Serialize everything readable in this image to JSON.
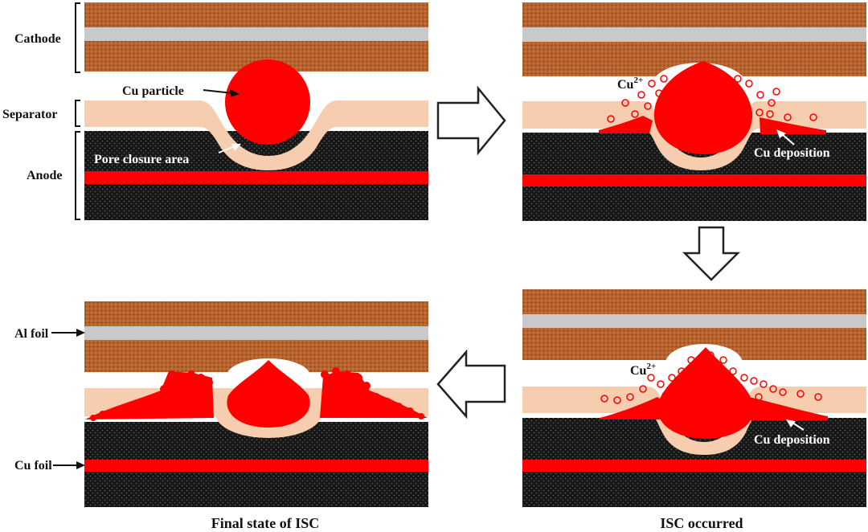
{
  "labels": {
    "cathode": "Cathode",
    "separator": "Separator",
    "anode": "Anode",
    "cu_particle": "Cu particle",
    "pore_closure": "Pore closure area",
    "cu_ion_1": "Cu",
    "cu_ion_1_sup": "2+",
    "cu_deposition_1": "Cu deposition",
    "cu_ion_2": "Cu",
    "cu_ion_2_sup": "2+",
    "cu_deposition_2": "Cu deposition",
    "al_foil": "Al foil",
    "cu_foil": "Cu foil",
    "caption_final": "Final state of ISC",
    "caption_occurred": "ISC occurred"
  },
  "colors": {
    "cathode_copper": "#b8632e",
    "al_foil_gray": "#c9c9c9",
    "separator_peach": "#f7cdb0",
    "anode_black": "#1a1a1a",
    "cu_red": "#ff0000",
    "arrow_outline": "#222222"
  }
}
